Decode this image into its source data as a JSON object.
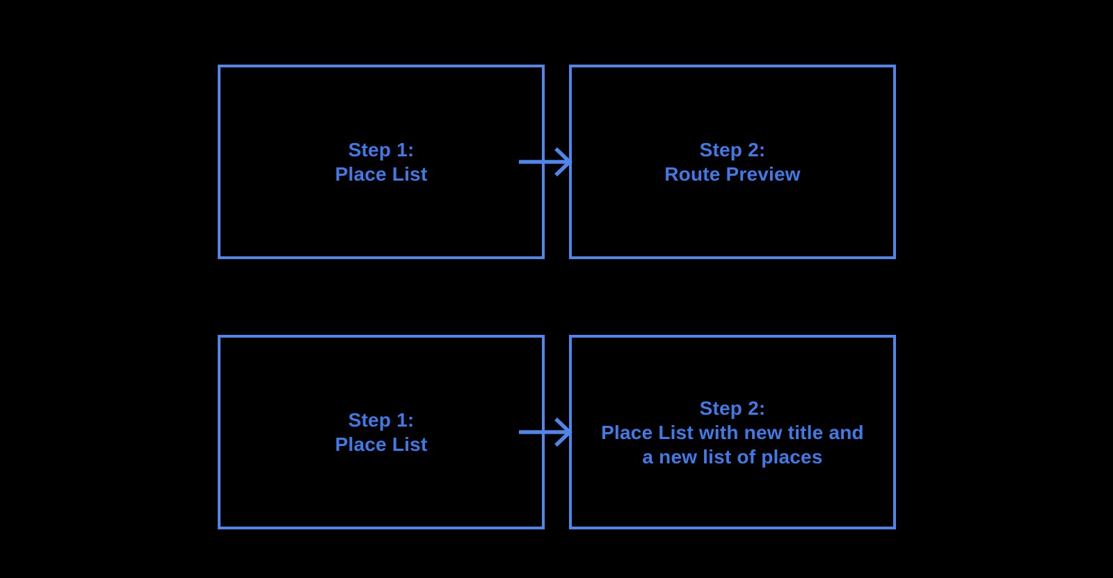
{
  "diagram": {
    "title": "",
    "background": "#000000",
    "colors": {
      "border-color": "#4e86ec",
      "text-color": "#4179e6",
      "arrow-color": "#4e86ec"
    }
  },
  "boxes": [
    {
      "id": "top-left",
      "lines": [
        "Step 1:",
        "Place List"
      ]
    },
    {
      "id": "top-right",
      "lines": [
        "Step 2:",
        "Route Preview"
      ]
    },
    {
      "id": "bottom-left",
      "lines": [
        "Step 1:",
        "Place List"
      ]
    },
    {
      "id": "bottom-right",
      "lines": [
        "Step 2:",
        "Place List with new title and",
        "a new list of places"
      ]
    }
  ],
  "arrows": [
    {
      "id": "top",
      "from": "top-left",
      "to": "top-right",
      "direction": "right"
    },
    {
      "id": "bottom",
      "from": "bottom-left",
      "to": "bottom-right",
      "direction": "right"
    }
  ]
}
